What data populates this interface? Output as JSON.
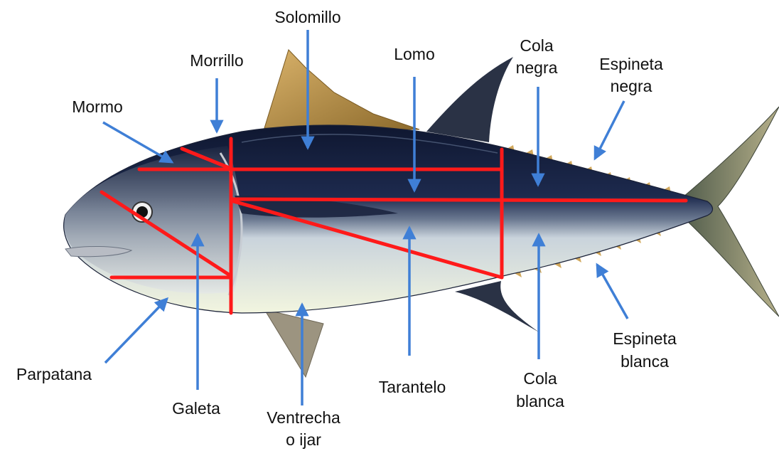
{
  "colors": {
    "cut_line": "#ff1a1a",
    "arrow": "#3f7fd6",
    "label_text": "#111111"
  },
  "labels": {
    "solomillo": "Solomillo",
    "morrillo": "Morrillo",
    "lomo": "Lomo",
    "cola_negra_1": "Cola",
    "cola_negra_2": "negra",
    "espineta_negra_1": "Espineta",
    "espineta_negra_2": "negra",
    "mormo": "Mormo",
    "parpatana": "Parpatana",
    "galeta": "Galeta",
    "ventrecha_1": "Ventrecha",
    "ventrecha_2": "o ijar",
    "tarantelo": "Tarantelo",
    "cola_blanca_1": "Cola",
    "cola_blanca_2": "blanca",
    "espineta_blanca_1": "Espineta",
    "espineta_blanca_2": "blanca"
  }
}
